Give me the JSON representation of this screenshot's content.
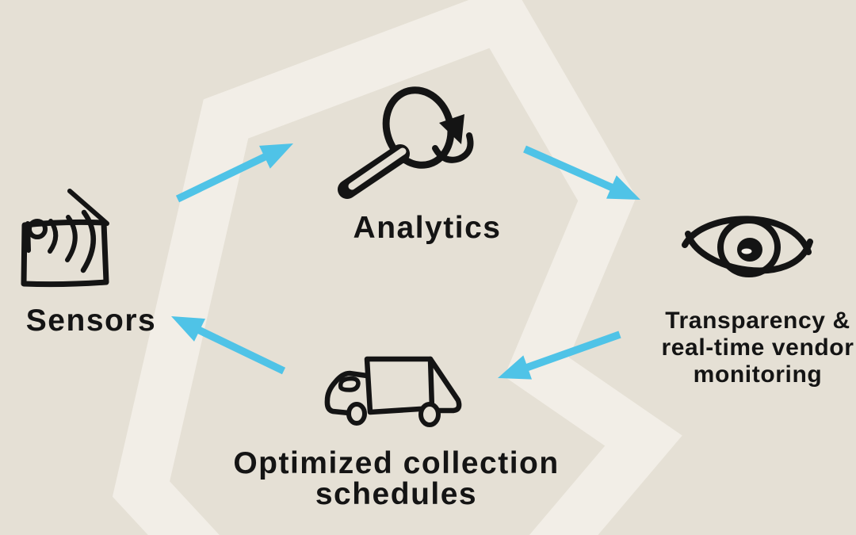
{
  "colors": {
    "background": "#e5e0d5",
    "watermark": "#f2eee7",
    "arrow": "#4fc3e7",
    "ink": "#141414"
  },
  "nodes": {
    "sensors": {
      "label": "Sensors",
      "icon": "wireless-sensor-icon"
    },
    "analytics": {
      "label": "Analytics",
      "icon": "magnifier-refresh-icon"
    },
    "monitoring": {
      "lines": [
        "Transparency &",
        "real-time vendor",
        "monitoring"
      ],
      "icon": "eye-icon"
    },
    "schedules": {
      "lines": [
        "Optimized collection",
        "schedules"
      ],
      "icon": "garbage-truck-icon"
    }
  },
  "edges": [
    {
      "from": "sensors",
      "to": "analytics"
    },
    {
      "from": "analytics",
      "to": "monitoring"
    },
    {
      "from": "monitoring",
      "to": "schedules"
    },
    {
      "from": "schedules",
      "to": "sensors"
    }
  ]
}
